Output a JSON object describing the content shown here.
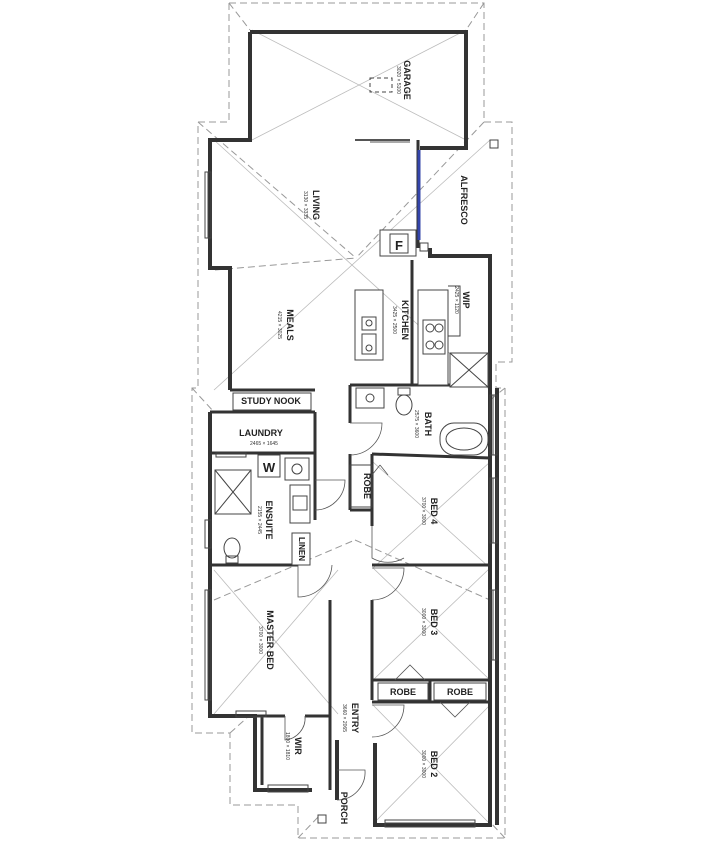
{
  "rooms": {
    "garage": {
      "name": "GARAGE",
      "dims": "3020 × 5100"
    },
    "alfresco": {
      "name": "ALFRESCO",
      "dims": ""
    },
    "living": {
      "name": "LIVING",
      "dims": "3130 × 3335"
    },
    "meals": {
      "name": "MEALS",
      "dims": "4215 × 3025"
    },
    "kitchen": {
      "name": "KITCHEN",
      "dims": "3425 × 2500"
    },
    "wip": {
      "name": "WIP",
      "dims": "2425 × 1120"
    },
    "study_nook": {
      "name": "STUDY NOOK"
    },
    "laundry": {
      "name": "LAUNDRY",
      "dims": "2465 × 1645"
    },
    "bath": {
      "name": "BATH",
      "dims": "2575 × 3600"
    },
    "robe_bed4": {
      "name": "ROBE"
    },
    "bed4": {
      "name": "BED 4",
      "dims": "3700 × 3000"
    },
    "ensuite": {
      "name": "ENSUITE",
      "dims": "2155 × 2445"
    },
    "linen": {
      "name": "LINEN"
    },
    "master_bed": {
      "name": "MASTER BED",
      "dims": "3700 × 3000"
    },
    "bed3": {
      "name": "BED 3",
      "dims": "3000 × 3000"
    },
    "robe_left": {
      "name": "ROBE"
    },
    "robe_right": {
      "name": "ROBE"
    },
    "entry": {
      "name": "ENTRY",
      "dims": "3660 × 2065"
    },
    "wir": {
      "name": "WIR",
      "dims": "1800 × 1810"
    },
    "bed2": {
      "name": "BED 2",
      "dims": "3000 × 3000"
    },
    "porch": {
      "name": "PORCH"
    }
  },
  "fixtures": {
    "fridge_label": "F",
    "washer_label": "W"
  }
}
